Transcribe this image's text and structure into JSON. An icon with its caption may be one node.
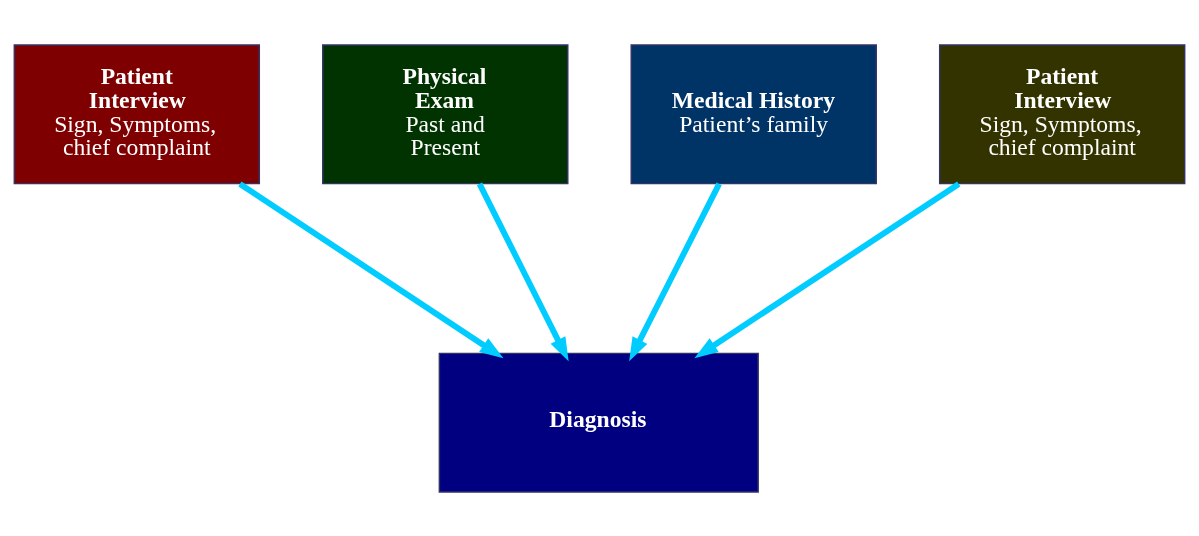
{
  "diagram": {
    "nodes": [
      {
        "text": [
          "Patient Interview",
          "Sign, Symptoms, chief complaint"
        ]
      },
      {
        "text": [
          "Physical Exam",
          "Past and Present"
        ]
      },
      {
        "text": [
          "Medical History",
          "Patient’s family"
        ]
      },
      {
        "text": [
          "Patient Interview",
          "Sign, Symptoms, chief complaint"
        ]
      },
      {
        "text": [
          "Diagnosis"
        ]
      }
    ],
    "edges": [
      {
        "from": 0,
        "to": 4,
        "arrow": "to"
      },
      {
        "from": 1,
        "to": 4,
        "arrow": "to"
      },
      {
        "from": 2,
        "to": 4,
        "arrow": "to"
      },
      {
        "from": 3,
        "to": 4,
        "arrow": "to"
      }
    ]
  }
}
